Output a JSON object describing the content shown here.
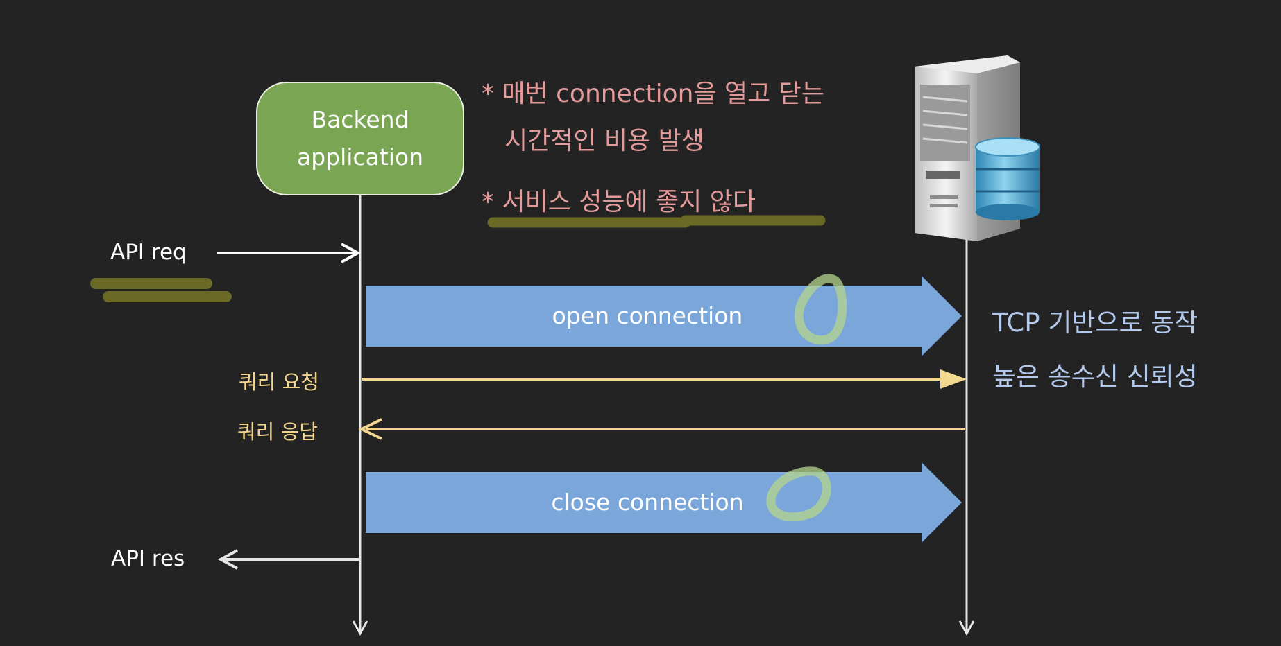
{
  "backend": {
    "line1": "Backend",
    "line2": "application"
  },
  "notes": {
    "note1_line1": "* 매번 connection을 열고 닫는",
    "note1_line2": "시간적인 비용 발생",
    "note2": "* 서비스 성능에 좋지 않다"
  },
  "labels": {
    "api_req": "API req",
    "api_res": "API res",
    "query_request": "쿼리 요청",
    "query_response": "쿼리 응답",
    "open_connection": "open connection",
    "close_connection": "close connection"
  },
  "tcp_notes": {
    "line1": "TCP 기반으로 동작",
    "line2": "높은 송수신 신뢰성"
  },
  "icons": {
    "server": "server-database-icon",
    "circle_marks": "hand-drawn-circle-icon"
  },
  "colors": {
    "background": "#232323",
    "backend_box": "#7aa552",
    "connection_band": "#7ba6da",
    "query_arrow": "#f3d890",
    "note_text": "#e39a9a",
    "tcp_text": "#b3c8ec",
    "highlight": "#6a6a26",
    "circle_mark": "#b4d48c"
  }
}
